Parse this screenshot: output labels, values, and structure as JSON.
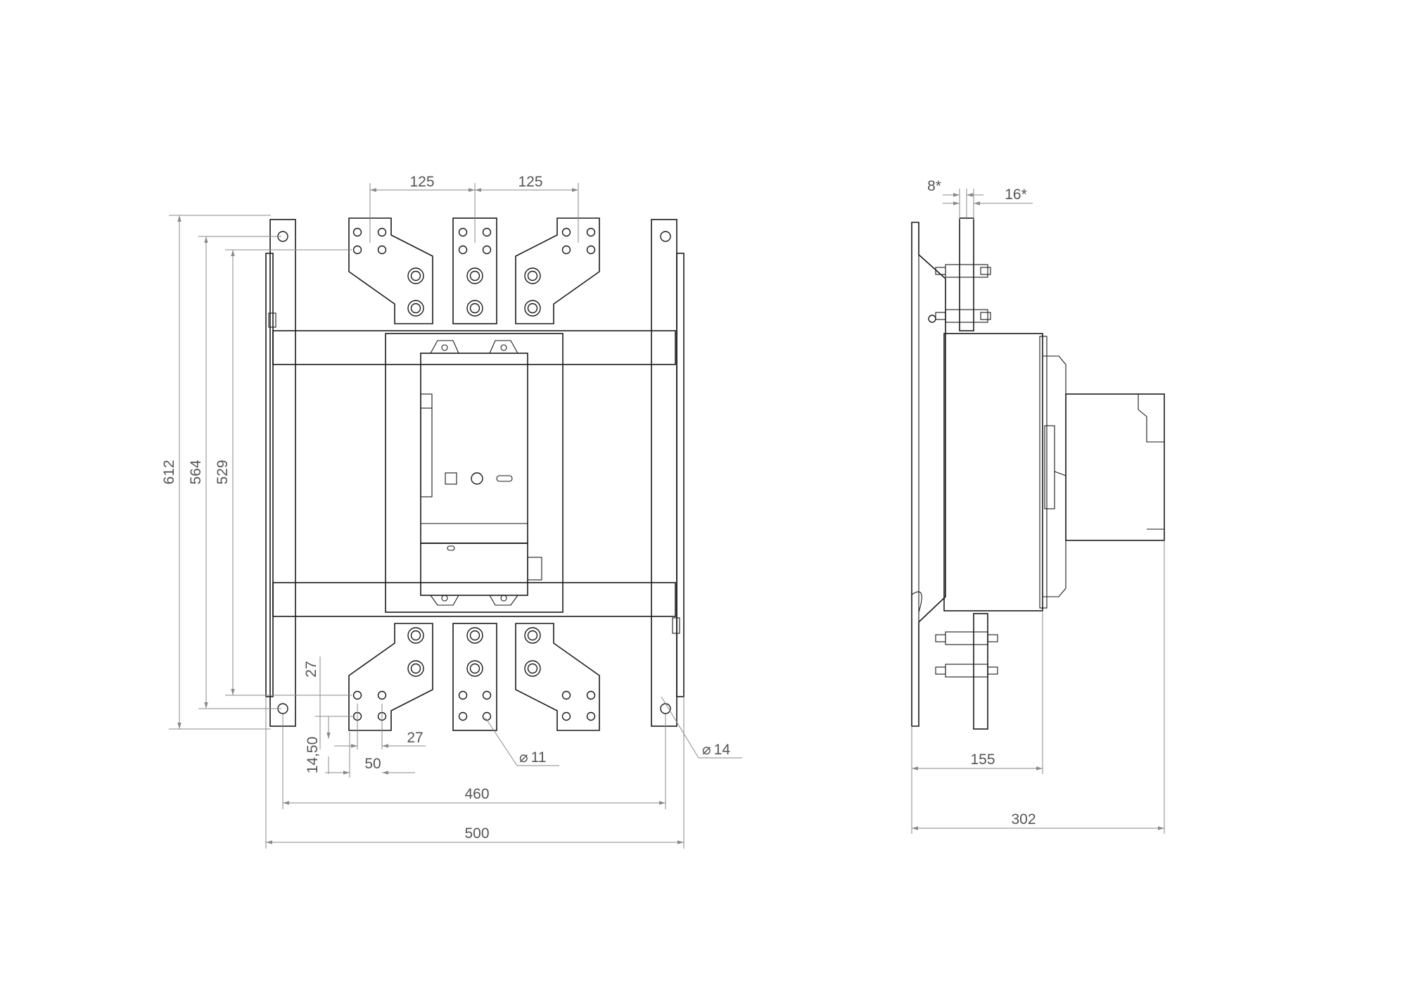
{
  "front_view": {
    "dimensions": {
      "pitch_left": "125",
      "pitch_right": "125",
      "height_total": "612",
      "height_564": "564",
      "height_529": "529",
      "terminal_27_vertical": "27",
      "terminal_14_50": "14,50",
      "terminal_27_horizontal": "27",
      "terminal_50": "50",
      "hole_dia_small": "11",
      "hole_dia_large": "14",
      "width_460": "460",
      "width_500": "500"
    }
  },
  "side_view": {
    "dimensions": {
      "thickness_8": "8*",
      "thickness_16": "16*",
      "depth_155": "155",
      "depth_302": "302"
    }
  },
  "symbols": {
    "diameter": "⌀"
  }
}
